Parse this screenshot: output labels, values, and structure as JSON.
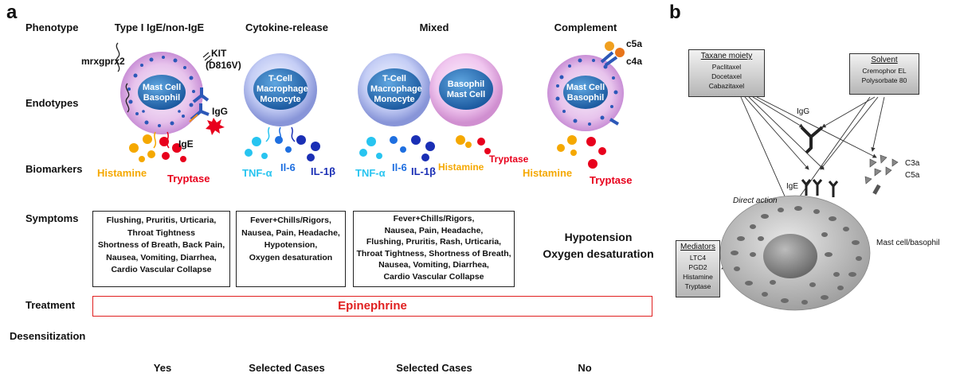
{
  "panel_a": {
    "label": "a",
    "row_labels": {
      "phenotype": "Phenotype",
      "endotypes": "Endotypes",
      "biomarkers": "Biomarkers",
      "symptoms": "Symptoms",
      "treatment": "Treatment",
      "desensitization": "Desensitization"
    },
    "columns": [
      {
        "phenotype": "Type I IgE/non-IgE",
        "desensitization": "Yes"
      },
      {
        "phenotype": "Cytokine-release",
        "desensitization": "Selected Cases"
      },
      {
        "phenotype": "Mixed",
        "desensitization": "Selected Cases"
      },
      {
        "phenotype": "Complement",
        "desensitization": "No"
      }
    ],
    "cells": {
      "mast_basophil_1": [
        "Mast Cell",
        "Basophil"
      ],
      "tcell_1": [
        "T-Cell",
        "Macrophage",
        "Monocyte"
      ],
      "tcell_2": [
        "T-Cell",
        "Macrophage",
        "Monocyte"
      ],
      "basophil_mast": [
        "Basophil",
        "Mast Cell"
      ],
      "mast_basophil_2": [
        "Mast Cell",
        "Basophil"
      ]
    },
    "annotations": {
      "mrxgprx2": "mrxgprx2",
      "kit": "KIT",
      "kit_mutation": "(D816V)",
      "igg": "IgG",
      "ige": "IgE",
      "c5a": "c5a",
      "c4a": "c4a"
    },
    "biomarkers": {
      "histamine": "Histamine",
      "tryptase": "Tryptase",
      "tnf": "TNF-α",
      "il6": "Il-6",
      "il1b": "IL-1β"
    },
    "symptoms": {
      "col1": [
        "Flushing, Pruritis, Urticaria,",
        "Throat Tightness",
        "Shortness of Breath, Back Pain,",
        "Nausea, Vomiting, Diarrhea,",
        "Cardio Vascular Collapse"
      ],
      "col2": [
        "Fever+Chills/Rigors,",
        "Nausea, Pain, Headache,",
        "Hypotension,",
        "Oxygen desaturation"
      ],
      "col3": [
        "Fever+Chills/Rigors,",
        "Nausea, Pain, Headache,",
        "Flushing, Pruritis, Rash, Urticaria,",
        "Throat Tightness, Shortness of Breath,",
        "Nausea, Vomiting, Diarrhea,",
        "Cardio Vascular Collapse"
      ],
      "col4": [
        "Hypotension",
        "Oxygen desaturation"
      ]
    },
    "treatment": "Epinephrine"
  },
  "panel_b": {
    "label": "b",
    "taxane_box": {
      "title": "Taxane moiety",
      "items": [
        "Paclitaxel",
        "Docetaxel",
        "Cabazitaxel"
      ]
    },
    "solvent_box": {
      "title": "Solvent",
      "items": [
        "Cremophor EL",
        "Polysorbate 80"
      ]
    },
    "mediators_box": {
      "title": "Mediators",
      "items": [
        "LTC4",
        "PGD2",
        "Histamine",
        "Tryptase"
      ]
    },
    "igg": "IgG",
    "ige": "IgE",
    "c3a": "C3a",
    "c5a": "C5a",
    "direct_action": "Direct action",
    "cell_label": "Mast cell/basophil"
  },
  "colors": {
    "histamine": "#f5a800",
    "tryptase": "#e8001c",
    "tnf": "#27c4f0",
    "il6": "#1e6fe0",
    "il1b": "#1a2fb5",
    "arrow": "#e8001c"
  }
}
